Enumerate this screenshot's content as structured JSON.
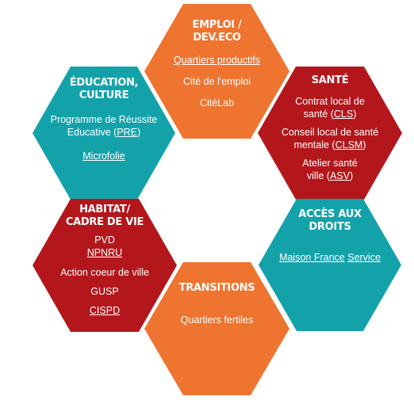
{
  "colors": {
    "orange": "#ee7430",
    "teal": "#14a2aa",
    "red": "#b3171c"
  },
  "hexagons": {
    "emploi": {
      "title_line1": "EMPLOI /",
      "title_line2": "DEV.ECO",
      "item1": "Quartiers productifs",
      "item2": "Cité de l'emploi",
      "item3": "CitéLab"
    },
    "education": {
      "title_line1": "ÉDUCATION,",
      "title_line2": "CULTURE",
      "item1_line1": "Programme de Réussite",
      "item1_line2_pre": "Educative (",
      "item1_line2_link": "PRE",
      "item1_line2_post": ")",
      "item2": "Microfolie"
    },
    "sante": {
      "title": "SANTÉ",
      "item1_line1": "Contrat local de",
      "item1_line2_pre": "santé (",
      "item1_line2_link": "CLS",
      "item1_line2_post": ")",
      "item2_line1": "Conseil local de santé",
      "item2_line2_pre": "mentale (",
      "item2_line2_link": "CLSM",
      "item2_line2_post": ")",
      "item3_line1": "Atelier santé",
      "item3_line2_pre": "ville (",
      "item3_line2_link": "ASV",
      "item3_line2_post": ")"
    },
    "habitat": {
      "title_line1": "HABITAT/",
      "title_line2": "CADRE DE VIE",
      "item1": "PVD",
      "item2": "NPNRU",
      "item3": "Action coeur de ville",
      "item4": "GUSP",
      "item5": "CISPD"
    },
    "acces": {
      "title_line1": "ACCÈS AUX",
      "title_line2": "DROITS",
      "item1_part1": "Maison France",
      "item1_part2": "Service"
    },
    "transitions": {
      "title": "TRANSITIONS",
      "item1": "Quartiers fertiles"
    }
  }
}
